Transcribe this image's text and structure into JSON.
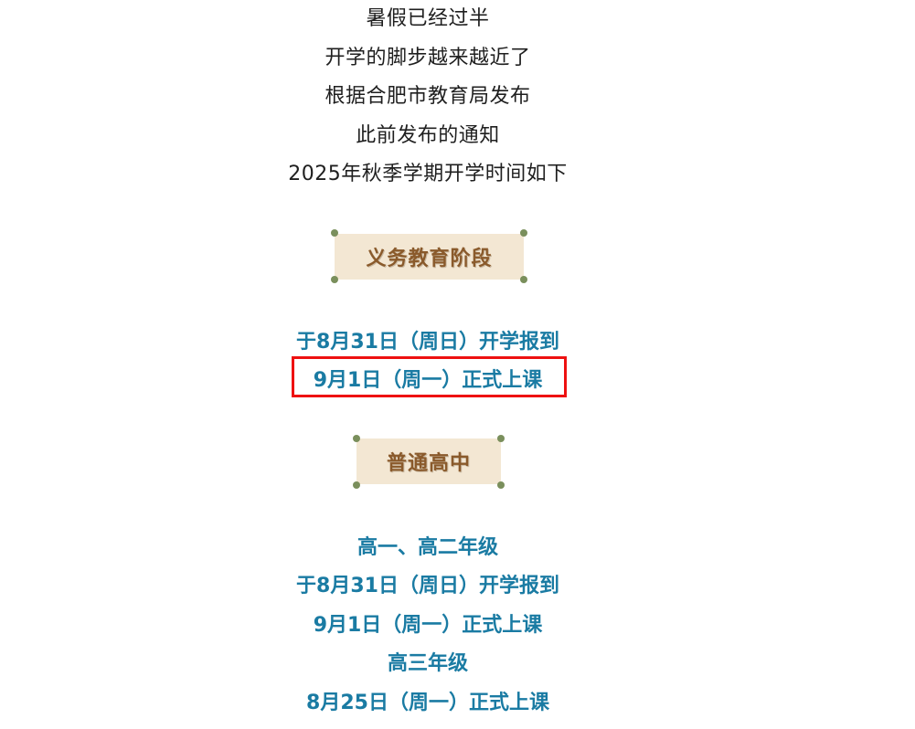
{
  "intro": {
    "lines": [
      "暑假已经过半",
      "开学的脚步越来越近了",
      "根据合肥市教育局发布",
      "此前发布的通知",
      "2025年秋季学期开学时间如下"
    ]
  },
  "sections": [
    {
      "badge": "义务教育阶段",
      "lines": [
        "于8月31日（周日）开学报到",
        "9月1日（周一）正式上课"
      ],
      "highlighted_line_index": 1
    },
    {
      "badge": "普通高中",
      "lines": [
        "高一、高二年级",
        "于8月31日（周日）开学报到",
        "9月1日（周一）正式上课",
        "高三年级",
        "8月25日（周一）正式上课"
      ]
    }
  ],
  "colors": {
    "body_text": "#1f1f1f",
    "accent_blue": "#1a7ba3",
    "badge_bg": "#f3e7d3",
    "badge_text": "#8a5a2b",
    "badge_dot": "#7a8f5c",
    "highlight_border": "#ee1111"
  }
}
